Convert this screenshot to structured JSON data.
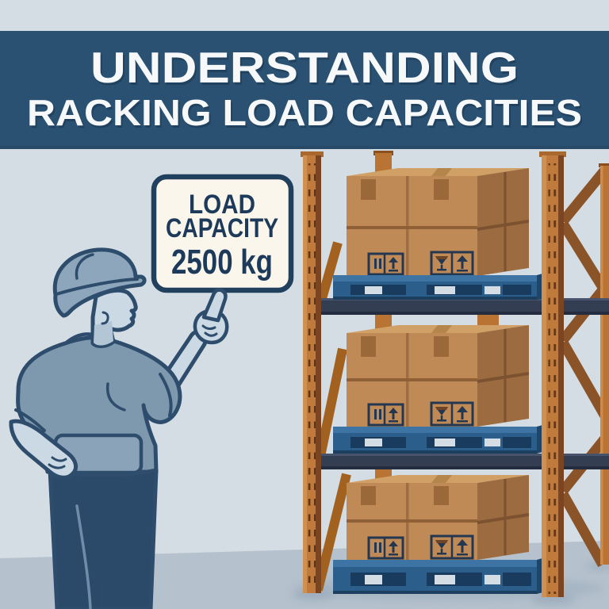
{
  "banner": {
    "line1": "UNDERSTANDING",
    "line2": "RACKING LOAD CAPACITIES",
    "bg_color": "#2b5172",
    "text_color": "#f6f8fa"
  },
  "sign": {
    "line1": "LOAD",
    "line2": "CAPACITY",
    "line3": "2500 kg",
    "fill_color": "#faf6eb",
    "border_color": "#20405e",
    "text_color": "#1d3a5a"
  },
  "scene": {
    "wall_color": "#d4dde4",
    "floor_color": "#b5c1cc"
  },
  "worker": {
    "hard_hat_color": "#8da6bc",
    "shirt_color": "#7e98ae",
    "pants_color": "#2b4a69",
    "skin_color": "#cbd9e4",
    "outline_color": "#2e4d6c"
  },
  "rack": {
    "upright_color": "#c07a3c",
    "beam_color": "#333e52",
    "brace_color": "#8a5428",
    "pallet_color": "#2c5e8b",
    "box_color": "#c08a57",
    "level_count": 3,
    "package_symbols": [
      "keep-upright",
      "this-way-up",
      "fragile"
    ]
  }
}
